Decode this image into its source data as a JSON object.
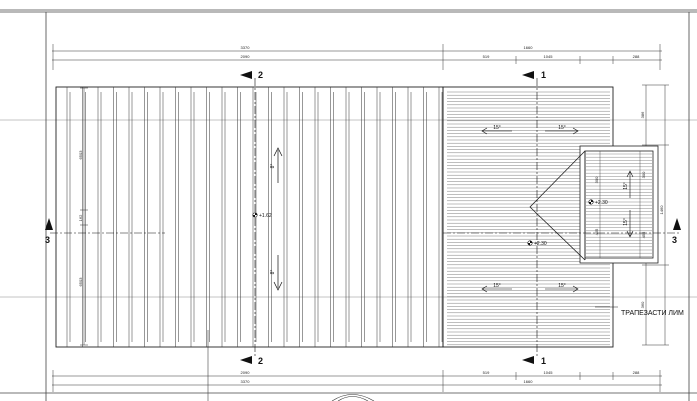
{
  "dims_top": {
    "row1": [
      "3370",
      "1660"
    ],
    "row2": [
      "2090",
      "519",
      "1045",
      "288"
    ]
  },
  "dims_bottom": {
    "row1": [
      "2090",
      "519",
      "1045",
      "288"
    ],
    "row2": [
      "3370",
      "1660"
    ]
  },
  "dims_left": [
    "6503",
    "162",
    "6503"
  ],
  "dims_right": [
    "386",
    "1460",
    "750",
    "360"
  ],
  "dims_wing": [
    "300",
    "455",
    "300",
    "455"
  ],
  "section_marks": {
    "s1": "1",
    "s2": "2",
    "s3": "3"
  },
  "elevations": {
    "main": "+1.62",
    "wing": "+2.30",
    "middle": "+2.30"
  },
  "slopes": {
    "main_up": "8°",
    "main_down": "8°",
    "right_tl": "15°",
    "right_tr": "15°",
    "right_bl": "15°",
    "right_br": "15°",
    "wing_top": "15°",
    "wing_bottom": "15°"
  },
  "material_note": "ТРАПЕЗАСТИ ЛИМ"
}
